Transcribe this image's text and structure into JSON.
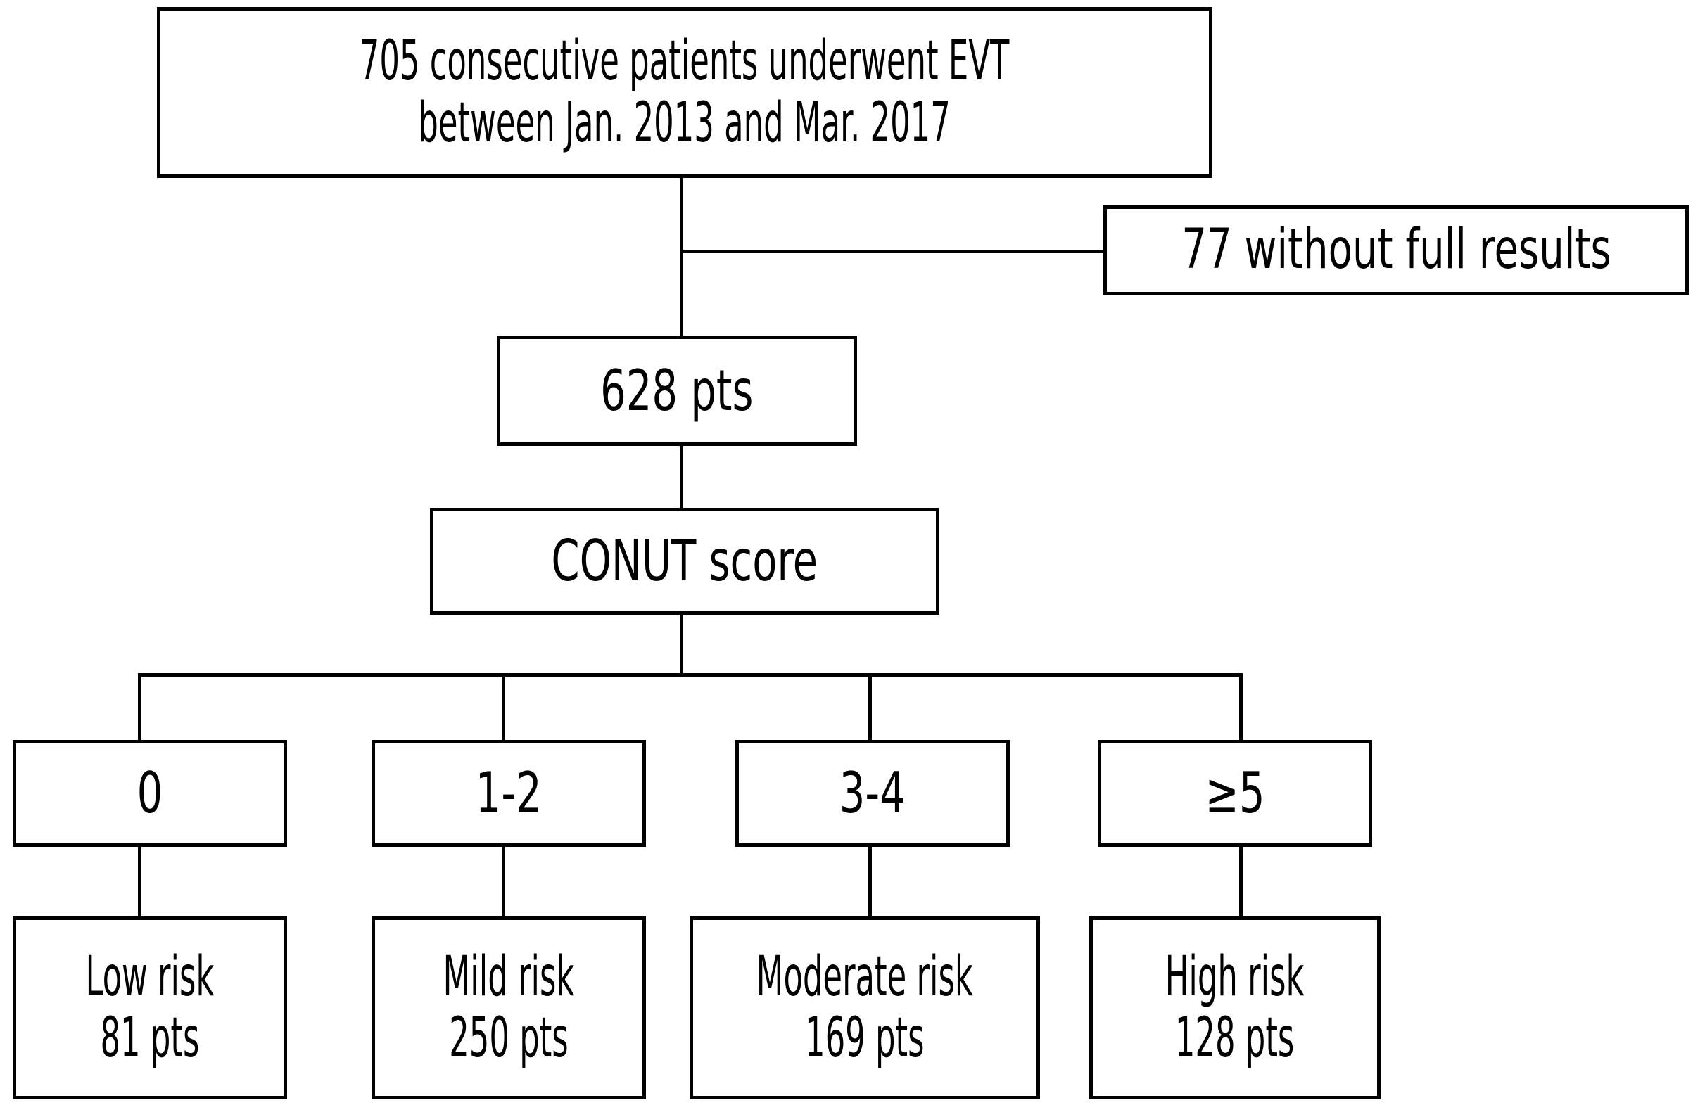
{
  "figure": {
    "type": "flowchart",
    "title": "Patient selection and CONUT score stratification flow diagram",
    "background_color": "#ffffff",
    "line_color": "#000000",
    "text_color": "#000000"
  },
  "nodes": {
    "cohort": {
      "id": "cohort",
      "text": "705 consecutive patients underwent EVT\nbetween Jan. 2013 and Mar. 2017",
      "line1": "705 consecutive patients underwent EVT",
      "line2": "between Jan. 2013 and Mar. 2017",
      "count": 705
    },
    "excluded": {
      "id": "excluded",
      "text": "77 without full results",
      "count": 77
    },
    "included": {
      "id": "included",
      "text": "628 pts",
      "count": 628
    },
    "score": {
      "id": "score",
      "text": "CONUT score"
    }
  },
  "score_groups": [
    {
      "id": "score-0",
      "label": "0"
    },
    {
      "id": "score-1-2",
      "label": "1-2"
    },
    {
      "id": "score-3-4",
      "label": "3-4"
    },
    {
      "id": "score-5plus",
      "label": "≥5"
    }
  ],
  "risk_groups": [
    {
      "id": "risk-low",
      "label": "Low risk",
      "count_text": "81 pts",
      "count": 81
    },
    {
      "id": "risk-mild",
      "label": "Mild risk",
      "count_text": "250 pts",
      "count": 250
    },
    {
      "id": "risk-moderate",
      "label": "Moderate risk",
      "count_text": "169 pts",
      "count": 169
    },
    {
      "id": "risk-high",
      "label": "High risk",
      "count_text": "128 pts",
      "count": 128
    }
  ]
}
